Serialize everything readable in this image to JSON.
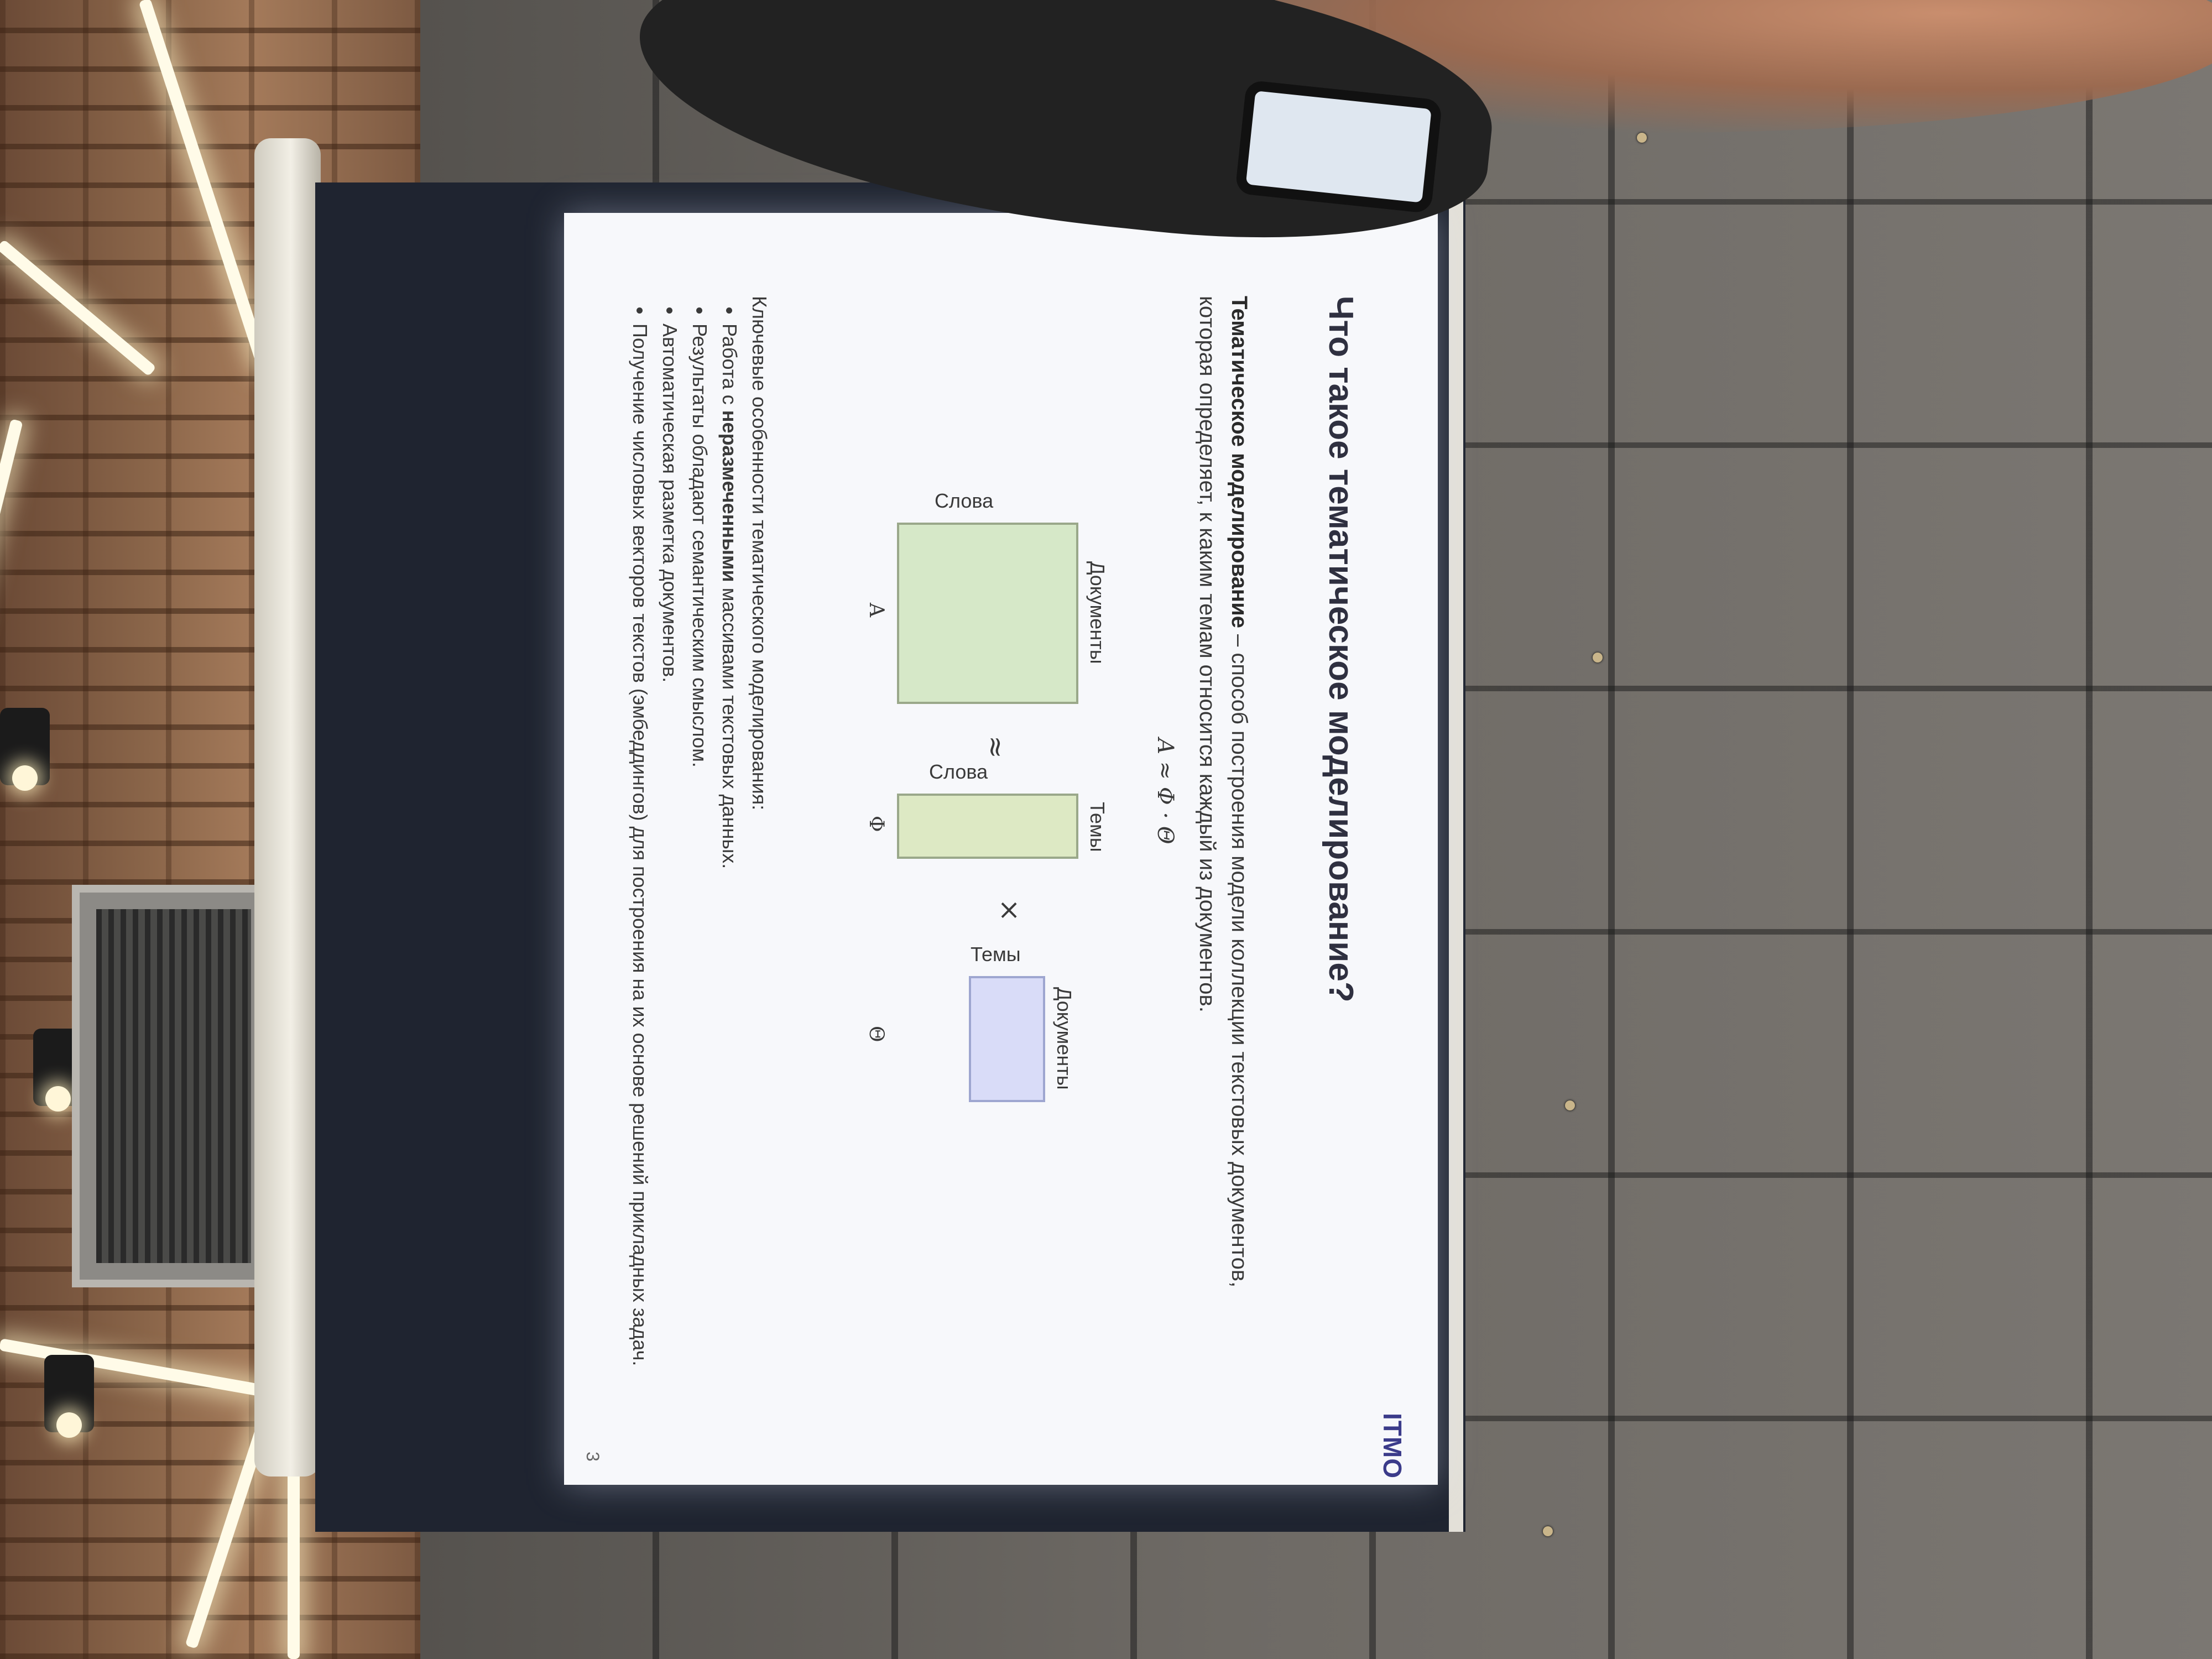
{
  "slide": {
    "logo": "ITMO",
    "title": "Что такое тематическое моделирование?",
    "definition_term": "Тематическое моделирование",
    "definition_rest": " – способ построения модели коллекции текстовых документов, которая определяет, к каким темам относится каждый из документов.",
    "formula": "A ≈ Φ · Θ",
    "diagram": {
      "a_rows_label": "Слова",
      "a_cols_label": "Документы",
      "a_name": "A",
      "approx": "≈",
      "phi_rows_label": "Слова",
      "phi_cols_label": "Темы",
      "phi_name": "Φ",
      "times": "×",
      "theta_rows_label": "Темы",
      "theta_cols_label": "Документы",
      "theta_name": "Θ"
    },
    "features_heading": "Ключевые особенности тематического моделирования:",
    "features": [
      {
        "prefix": "Работа с ",
        "bold": "неразмеченными",
        "suffix": " массивами текстовых данных."
      },
      {
        "prefix": "Результаты обладают семантическим смыслом.",
        "bold": "",
        "suffix": ""
      },
      {
        "prefix": "Автоматическая разметка документов.",
        "bold": "",
        "suffix": ""
      },
      {
        "prefix": "Получение числовых векторов текстов (эмбеддингов) для построения на их основе решений прикладных задач.",
        "bold": "",
        "suffix": ""
      }
    ],
    "page_number": "3"
  },
  "colors": {
    "slide_background": "#f7f8fb",
    "matrix_green": "#d6e8c8",
    "matrix_blue": "#d9dcf8",
    "logo": "#3b3b8a"
  }
}
